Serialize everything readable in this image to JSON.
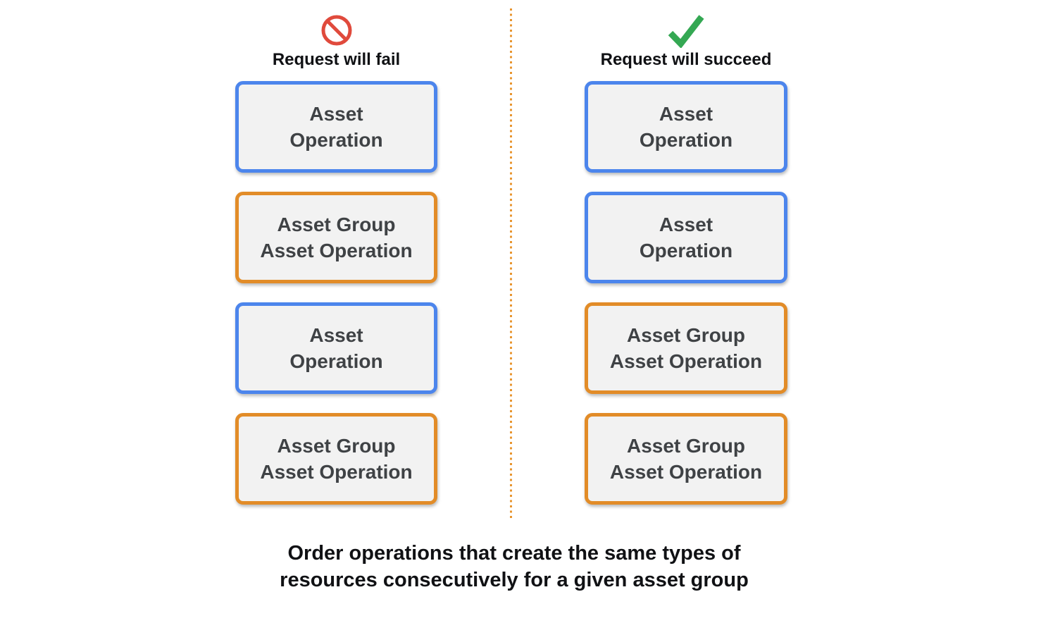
{
  "diagram": {
    "columns": [
      {
        "id": "fail",
        "icon": "prohibition-icon",
        "title": "Request will fail",
        "boxes": [
          {
            "type": "asset-operation",
            "label": "Asset\nOperation"
          },
          {
            "type": "asset-group-asset-operation",
            "label": "Asset Group\nAsset Operation"
          },
          {
            "type": "asset-operation",
            "label": "Asset\nOperation"
          },
          {
            "type": "asset-group-asset-operation",
            "label": "Asset Group\nAsset Operation"
          }
        ]
      },
      {
        "id": "succeed",
        "icon": "checkmark-icon",
        "title": "Request will succeed",
        "boxes": [
          {
            "type": "asset-operation",
            "label": "Asset\nOperation"
          },
          {
            "type": "asset-operation",
            "label": "Asset\nOperation"
          },
          {
            "type": "asset-group-asset-operation",
            "label": "Asset Group\nAsset Operation"
          },
          {
            "type": "asset-group-asset-operation",
            "label": "Asset Group\nAsset Operation"
          }
        ]
      }
    ],
    "caption": "Order operations that create the same types of\nresources consecutively for a given asset group",
    "colors": {
      "asset_operation_border": "#4C85EC",
      "asset_group_asset_operation_border": "#E28C28",
      "fail_icon": "#E04A3C",
      "succeed_icon": "#34A853",
      "box_fill": "#F2F2F2",
      "box_text": "#3F4245",
      "divider_dots": "#E8952F",
      "heading_text": "#101114"
    }
  }
}
